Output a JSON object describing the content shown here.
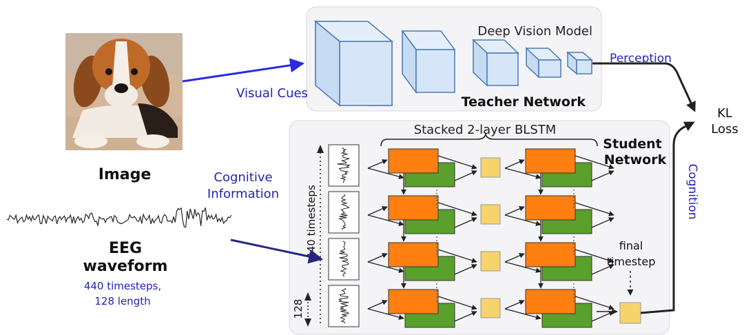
{
  "image_label": "Image",
  "eeg_label_line1": "EEG",
  "eeg_label_line2": "waveform",
  "eeg_detail_line1": "440 timesteps,",
  "eeg_detail_line2": "128 length",
  "visual_cues_label": "Visual Cues",
  "cognitive_label_line1": "Cognitive",
  "cognitive_label_line2": "Information",
  "teacher": {
    "model_title": "Deep Vision Model",
    "network_label": "Teacher Network",
    "perception_label": "Perception"
  },
  "student": {
    "blstm_label": "Stacked 2-layer BLSTM",
    "network_label_line1": "Student",
    "network_label_line2": "Network",
    "timesteps_label": "440 timesteps",
    "length_label": "128",
    "final_label_line1": "final",
    "final_label_line2": "timestep",
    "cognition_label": "Cognition"
  },
  "loss_label_line1": "KL",
  "loss_label_line2": "Loss",
  "colors": {
    "orange_cell": "#ff7f11",
    "green_cell": "#5aa02c",
    "output_cell": "#f7d36b",
    "cube_fill": "#d6e6f8",
    "cube_stroke": "#4a78b8",
    "blue_text": "#2323b4",
    "arrow_blue": "#2a2ae0",
    "arrow_navy": "#262680",
    "panel_fill": "#f4f4f6"
  },
  "icons": [
    "dog-photo",
    "eeg-waveform",
    "eeg-segment"
  ]
}
